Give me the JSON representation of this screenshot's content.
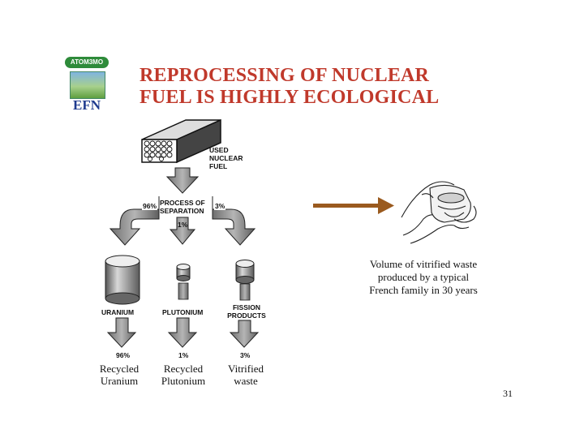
{
  "logo": {
    "top_text": "ATOM3MO",
    "brand": "EFN"
  },
  "title": {
    "line1": "REPROCESSING OF NUCLEAR",
    "line2": "FUEL IS HIGHLY ECOLOGICAL"
  },
  "diagram": {
    "used_fuel": "USED NUCLEAR FUEL",
    "process": "PROCESS OF SEPARATION",
    "pct_left": "96%",
    "pct_right": "3%",
    "pct_mid": "1%",
    "containers": {
      "uranium": "URANIUM",
      "plutonium": "PLUTONIUM",
      "fission": "FISSION PRODUCTS"
    },
    "bottom_pcts": {
      "uranium": "96%",
      "plutonium": "1%",
      "fission": "3%"
    },
    "captions": {
      "uranium": "Recycled Uranium",
      "plutonium": "Recycled Plutonium",
      "fission": "Vitrified waste"
    }
  },
  "note": "Volume of vitrified waste produced by a typical French family in 30 years",
  "page_number": "31",
  "colors": {
    "title": "#c0392b",
    "arrow_brown": "#9a5a1e"
  }
}
